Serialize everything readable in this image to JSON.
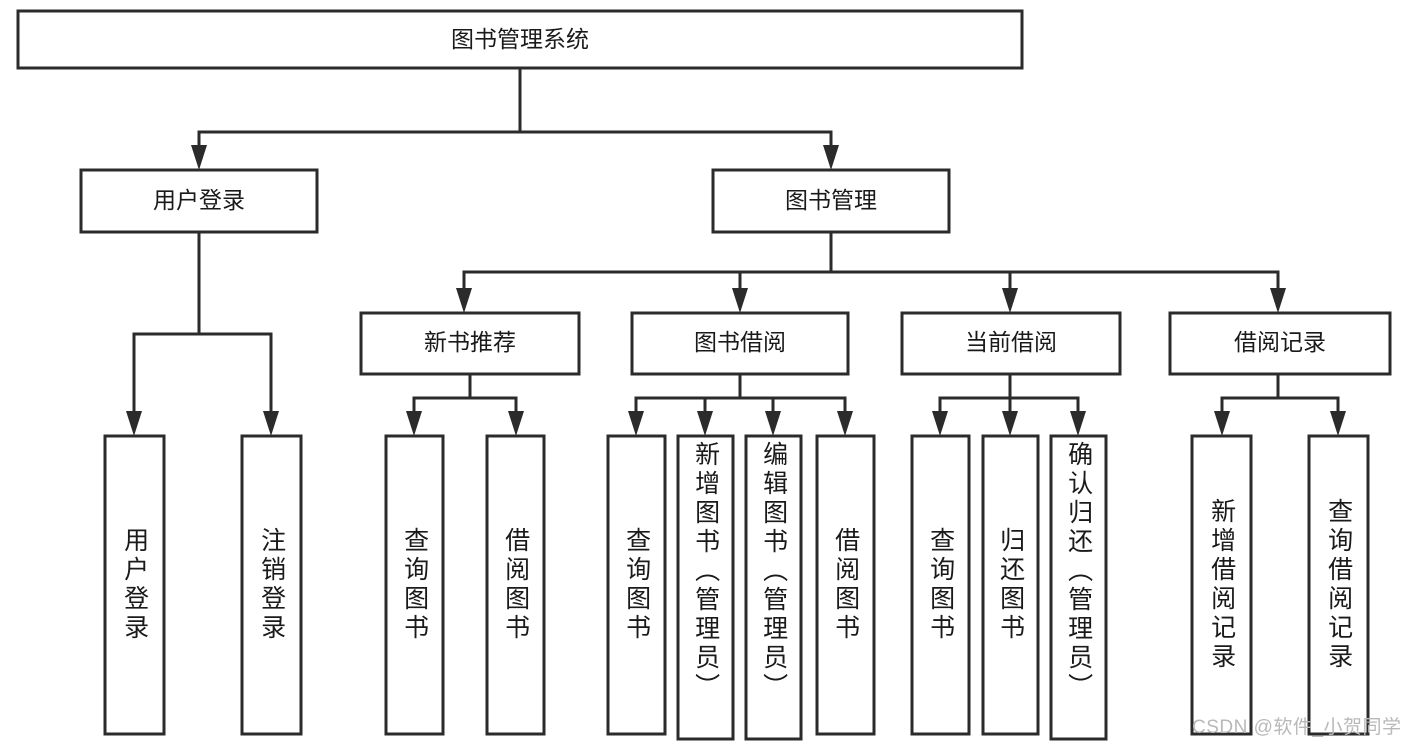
{
  "diagram": {
    "title": "图书管理系统",
    "type": "tree",
    "watermark": "CSDN @软件_小贺同学",
    "colors": {
      "stroke": "#2b2b2b",
      "fill": "#ffffff",
      "text": "#1a1a1a",
      "watermark": "#b9b9b9",
      "background": "#ffffff"
    },
    "root": {
      "label": "图书管理系统"
    },
    "level2": [
      {
        "label": "用户登录"
      },
      {
        "label": "图书管理"
      }
    ],
    "level3": [
      {
        "label": "新书推荐"
      },
      {
        "label": "图书借阅"
      },
      {
        "label": "当前借阅"
      },
      {
        "label": "借阅记录"
      }
    ],
    "leaves": {
      "user_login": [
        {
          "label": "用户登录"
        },
        {
          "label": "注销登录"
        }
      ],
      "new_book": [
        {
          "label": "查询图书"
        },
        {
          "label": "借阅图书"
        }
      ],
      "book_borrow": [
        {
          "label": "查询图书"
        },
        {
          "label": "新增图书（管理员）"
        },
        {
          "label": "编辑图书（管理员）"
        },
        {
          "label": "借阅图书"
        }
      ],
      "current_borrow": [
        {
          "label": "查询图书"
        },
        {
          "label": "归还图书"
        },
        {
          "label": "确认归还（管理员）"
        }
      ],
      "borrow_record": [
        {
          "label": "新增借阅记录"
        },
        {
          "label": "查询借阅记录"
        }
      ]
    }
  }
}
